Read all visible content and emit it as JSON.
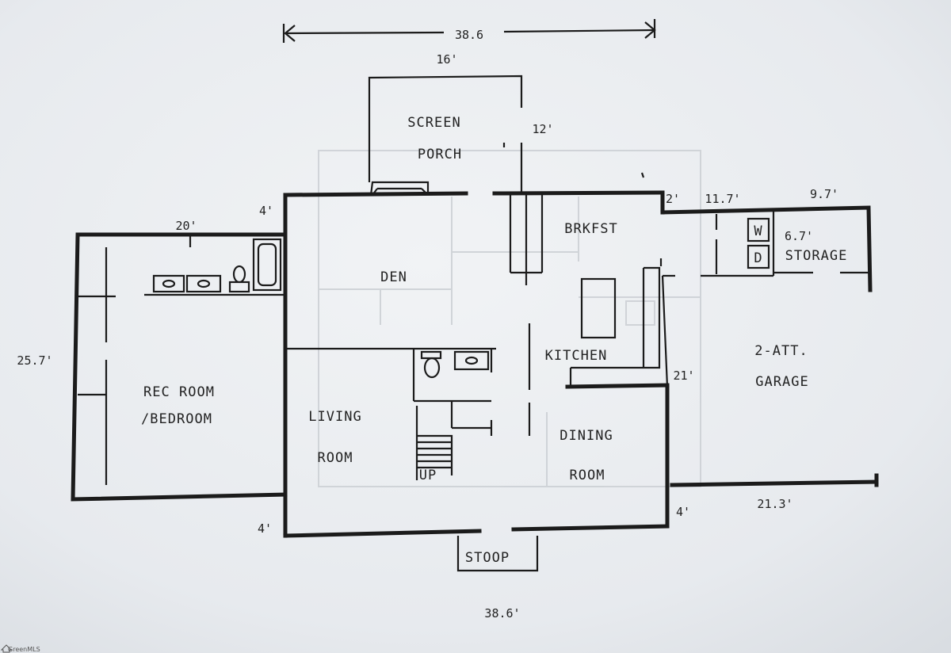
{
  "rooms": {
    "screen_porch": [
      "SCREEN",
      "PORCH"
    ],
    "den": "DEN",
    "brkfst": "BRKFST",
    "storage": "STORAGE",
    "washer": "W",
    "dryer": "D",
    "kitchen": "KITCHEN",
    "garage": [
      "2-ATT.",
      "GARAGE"
    ],
    "rec_room": [
      "REC ROOM",
      "/BEDROOM"
    ],
    "living_room": [
      "LIVING",
      "ROOM"
    ],
    "dining_room": [
      "DINING",
      "ROOM"
    ],
    "stair": "UP",
    "stoop": "STOOP"
  },
  "dimensions": {
    "top_overall": "38.6",
    "porch_width": "16'",
    "porch_depth": "12'",
    "den_offset": "4'",
    "rec_width": "20'",
    "brkfst_offset": "2'",
    "storage_width": "11.7'",
    "storage_right": "9.7'",
    "storage_depth": "6.7'",
    "left_height": "25.7'",
    "garage_depth": "21'",
    "garage_width": "21.3'",
    "front_offset_left": "4'",
    "front_offset_right": "4'",
    "bottom_overall": "38.6'"
  },
  "watermark": "GreenMLS"
}
